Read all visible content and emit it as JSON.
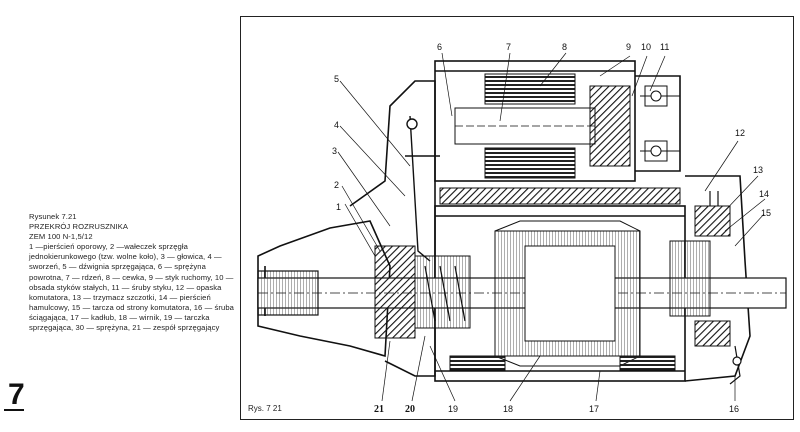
{
  "caption": {
    "line1": "Rysunek 7.21",
    "line2": "PRZEKRÓJ ROZRUSZNIKA",
    "line3": "ZEM 100 N-1,5/12",
    "body": "1 —pierścień oporowy, 2 —wałeczek sprzęgła jednokierunkowego (tzw. wolne koło), 3 — głowica, 4 — sworzeń, 5 — dźwignia sprzęgająca, 6 — sprężyna powrotna, 7 — rdzeń, 8 — cewka, 9 — styk ruchomy, 10 — obsada styków stałych, 11 — śruby styku, 12 — opaska komutatora, 13 — trzymacz szczotki, 14 — pierścień hamulcowy, 15 — tarcza od strony komutatora, 16 — śruba ściągająca, 17 — kadłub, 18 — wirnik, 19 — tarczka sprzęgająca, 30 — sprężyna, 21 — zespół sprzęgający"
  },
  "page_number": "7",
  "figure": {
    "ref": "Rys. 7 21",
    "labels": [
      "1",
      "2",
      "3",
      "4",
      "5",
      "6",
      "7",
      "8",
      "9",
      "10",
      "11",
      "12",
      "13",
      "14",
      "15",
      "16",
      "17",
      "18",
      "19",
      "20",
      "21"
    ]
  }
}
